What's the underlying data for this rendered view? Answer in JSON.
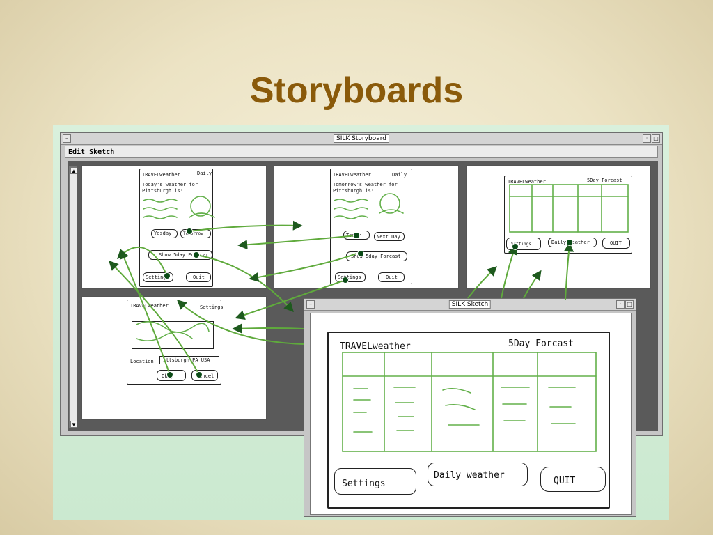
{
  "slide": {
    "title": "Storyboards"
  },
  "storyboard_window": {
    "title": "SILK Storyboard",
    "menu": "Edit Sketch",
    "frames": {
      "daily_today": {
        "app": "TRAVELweather",
        "mode": "Daily",
        "line1": "Today's weather for",
        "line2": "Pittsburgh is:",
        "btn_prev": "Yesday",
        "btn_next": "Tomorrow",
        "btn_5day": "Show 5day Forecar",
        "btn_settings": "Settings",
        "btn_quit": "Quit"
      },
      "daily_tomorrow": {
        "app": "TRAVELweather",
        "mode": "Daily",
        "line1": "Tomorrow's weather for",
        "line2": "Pittsburgh is:",
        "btn_prev": "Today",
        "btn_next": "Next Day",
        "btn_5day": "Show 5day Forcast",
        "btn_settings": "Settings",
        "btn_quit": "Quit"
      },
      "fiveday": {
        "app": "TRAVELweather",
        "mode": "5Day Forcast",
        "btn_settings": "Settings",
        "btn_daily": "Daily weather",
        "btn_quit": "QUIT"
      },
      "settings": {
        "app": "TRAVELweather",
        "mode": "Settings",
        "location_label": "Location",
        "location_value": "ittsburgh PA USA",
        "btn_okay": "Okay",
        "btn_cancel": "Cancel"
      }
    }
  },
  "sketch_window": {
    "title": "SILK Sketch",
    "app": "TRAVELweather",
    "mode": "5Day Forcast",
    "btn_settings": "Settings",
    "btn_daily": "Daily weather",
    "btn_quit": "QUIT"
  },
  "colors": {
    "title": "#8a5a0a",
    "ink_green": "#63b04a",
    "panel": "#d4eed8"
  }
}
